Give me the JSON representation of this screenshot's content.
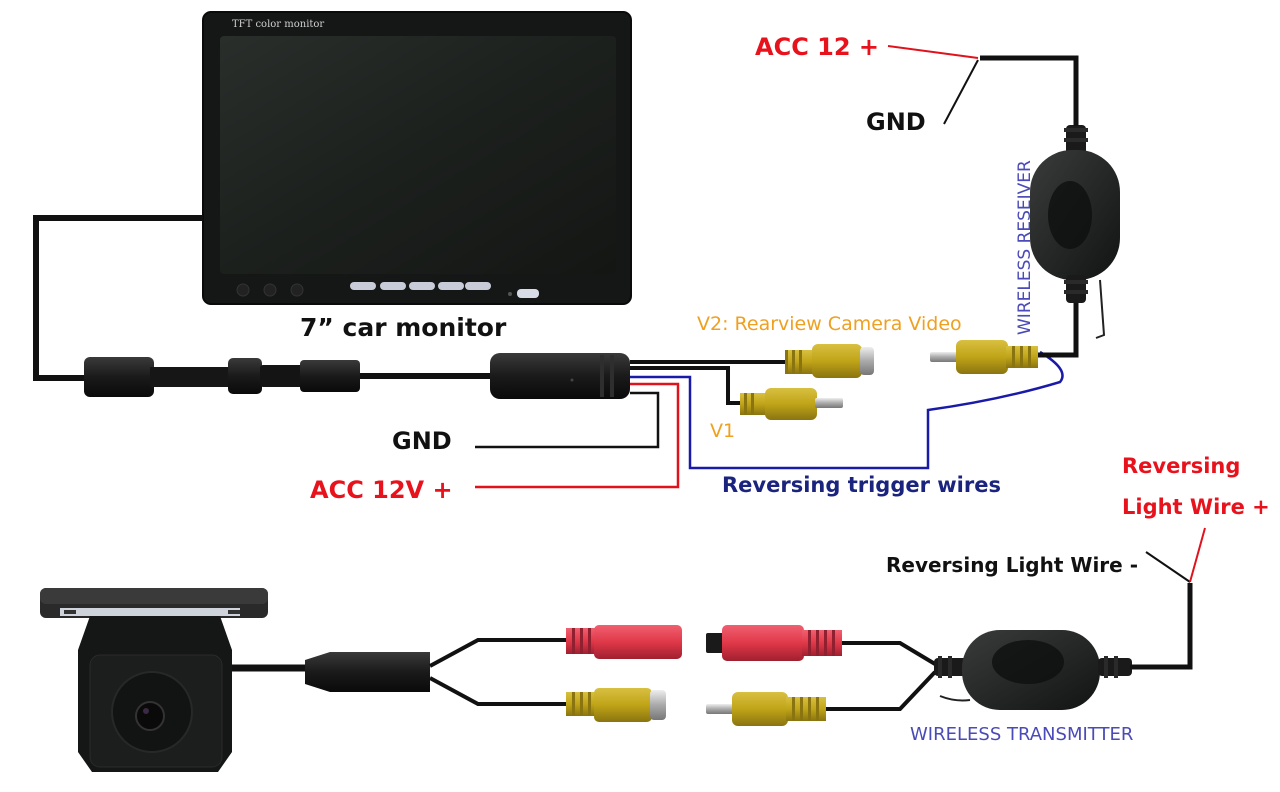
{
  "title": "Wireless rearview camera wiring diagram",
  "colors": {
    "wire_black": "#111111",
    "wire_red": "#e0121c",
    "wire_blue": "#1a1aa8",
    "label_red": "#e8121c",
    "label_black": "#111111",
    "label_orange": "#f0a020",
    "label_navy": "#1a237e",
    "label_purple": "#4a4ab8",
    "rca_yellow": "#c8b020",
    "rca_red": "#e04050"
  },
  "components": {
    "monitor": {
      "brand_text": "TFT color monitor",
      "caption": "7” car monitor",
      "button_count": 5
    },
    "wireless_receiver": {
      "label": "WIRELESS RESEIVER"
    },
    "wireless_transmitter": {
      "label": "WIRELESS TRANSMITTER"
    },
    "camera": {
      "name": "rearview camera"
    }
  },
  "labels": {
    "acc_12_plus_top": "ACC 12 +",
    "gnd_top": "GND",
    "v2": "V2: Rearview Camera Video",
    "v1": "V1",
    "gnd_mid": "GND",
    "acc_12v_plus": "ACC 12V +",
    "reversing_trigger": "Reversing trigger wires",
    "reversing_light_plus_1": "Reversing",
    "reversing_light_plus_2": "Light Wire +",
    "reversing_light_minus": "Reversing Light Wire -"
  }
}
